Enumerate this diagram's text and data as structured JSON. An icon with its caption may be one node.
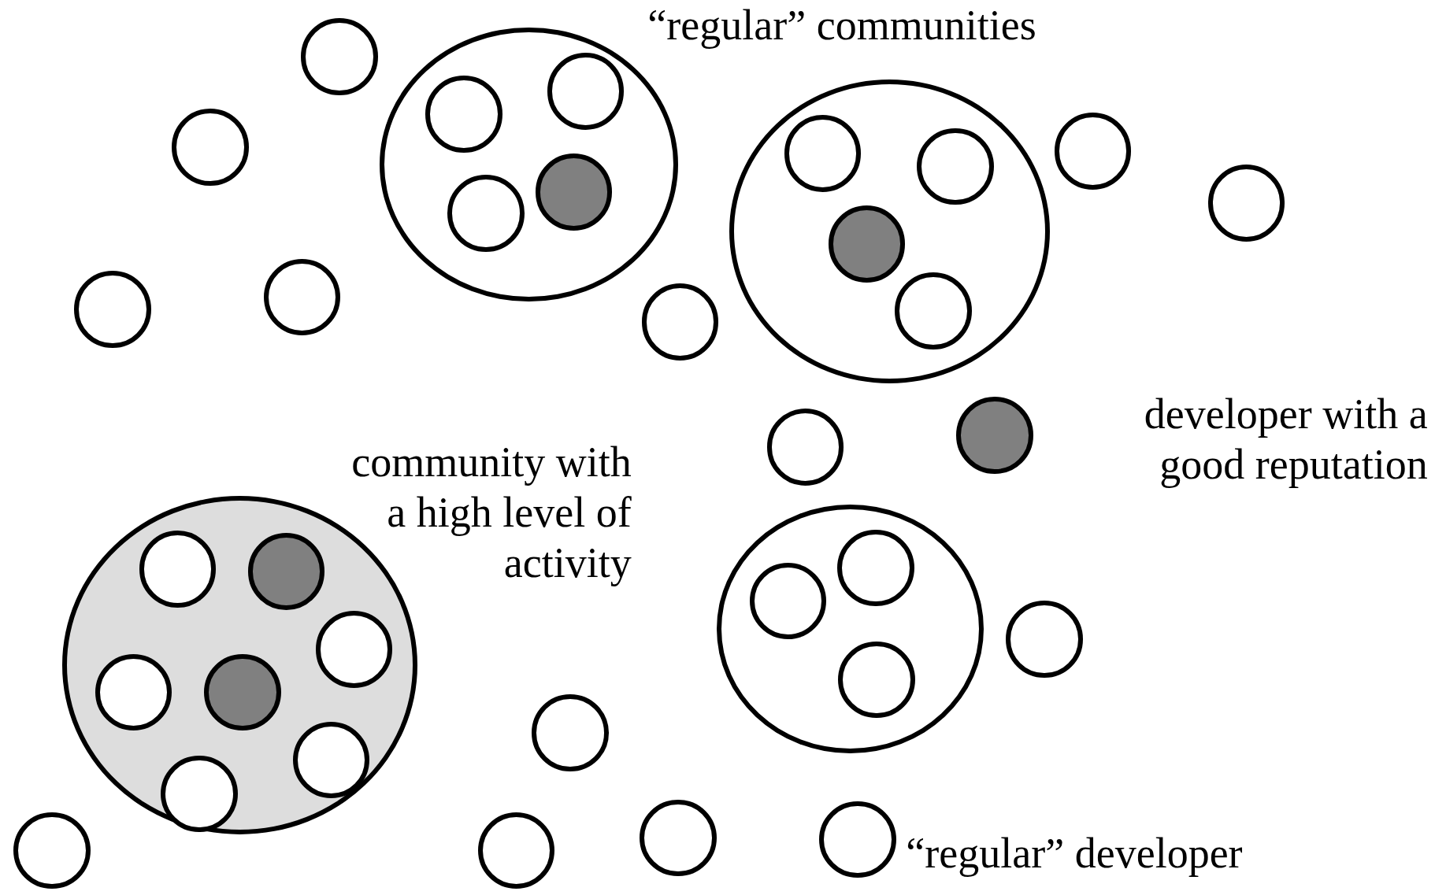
{
  "diagram": {
    "nodes": [
      {
        "text": [],
        "shape": "circle"
      },
      {
        "text": [],
        "shape": "circle"
      },
      {
        "text": [],
        "shape": "circle",
        "in": 1
      },
      {
        "text": [],
        "shape": "circle",
        "in": 1
      },
      {
        "text": [],
        "shape": "circle",
        "in": 1
      },
      {
        "text": [],
        "shape": "circle",
        "in": 1
      },
      {
        "text": [],
        "shape": "circle"
      },
      {
        "text": [],
        "shape": "circle"
      },
      {
        "text": [],
        "shape": "circle",
        "in": 7
      },
      {
        "text": [],
        "shape": "circle",
        "in": 7
      },
      {
        "text": [],
        "shape": "circle",
        "in": 7
      },
      {
        "text": [],
        "shape": "circle",
        "in": 7
      },
      {
        "text": [],
        "shape": "circle"
      },
      {
        "text": [],
        "shape": "circle"
      },
      {
        "text": [],
        "shape": "circle"
      },
      {
        "text": [],
        "shape": "circle"
      },
      {
        "text": [],
        "shape": "circle"
      },
      {
        "text": [],
        "shape": "circle"
      },
      {
        "text": [],
        "shape": "circle",
        "beside": [
          "developer with a good reputation"
        ]
      },
      {
        "text": [],
        "shape": "circle",
        "beside": [
          "community with a high level of activity"
        ]
      },
      {
        "text": [],
        "shape": "circle",
        "in": 19
      },
      {
        "text": [],
        "shape": "circle",
        "in": 19
      },
      {
        "text": [],
        "shape": "circle",
        "in": 19
      },
      {
        "text": [],
        "shape": "circle",
        "in": 19
      },
      {
        "text": [],
        "shape": "circle",
        "in": 19
      },
      {
        "text": [],
        "shape": "circle",
        "in": 19
      },
      {
        "text": [],
        "shape": "circle",
        "in": 19
      },
      {
        "text": [],
        "shape": "circle"
      },
      {
        "text": [],
        "shape": "circle",
        "in": 27
      },
      {
        "text": [],
        "shape": "circle",
        "in": 27
      },
      {
        "text": [],
        "shape": "circle",
        "in": 27
      },
      {
        "text": [],
        "shape": "circle"
      },
      {
        "text": [],
        "shape": "circle"
      },
      {
        "text": [],
        "shape": "circle"
      },
      {
        "text": [],
        "shape": "circle"
      },
      {
        "text": [],
        "shape": "circle"
      },
      {
        "text": [],
        "shape": "circle",
        "beside": [
          "“regular” developer"
        ]
      }
    ],
    "labels": [
      "“regular” communities"
    ]
  }
}
